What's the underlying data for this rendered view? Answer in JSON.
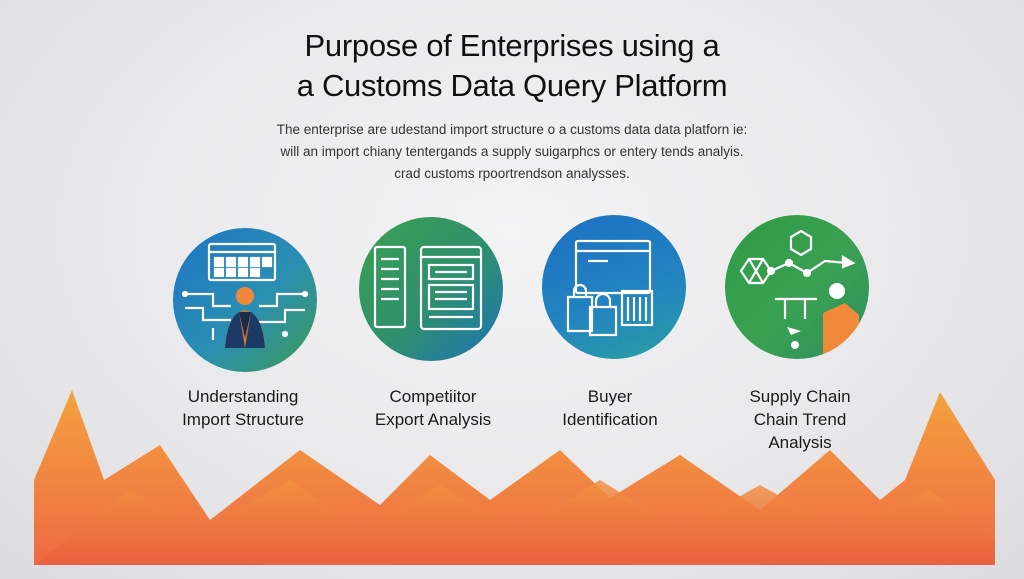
{
  "header": {
    "title_line1": "Purpose of Enterprises using a",
    "title_line2": "a Customs Data Query Platform"
  },
  "description": {
    "line1": "The enterprise are udestand import structure o a customs data data platforn ie:",
    "line2": "will an import chiany tentergands a supply suigarphcs or entery tends analyis.",
    "line3": "crad customs rpoortrendson analysses."
  },
  "cards": [
    {
      "icon": "building-network-person-icon",
      "label_lines": [
        "Understanding",
        "Import Structure"
      ]
    },
    {
      "icon": "documents-analysis-icon",
      "label_lines": [
        "Competiitor",
        "Export Analysis"
      ]
    },
    {
      "icon": "shopping-buyer-icon",
      "label_lines": [
        "Buyer",
        "Identification"
      ]
    },
    {
      "icon": "supply-chain-trend-icon",
      "label_lines": [
        "Supply Chain",
        "Chain Trend",
        "Analysis"
      ]
    }
  ],
  "colors": {
    "blue": "#1d74c4",
    "green": "#3ca050",
    "orange": "#f08a3a",
    "coral": "#ee6a45"
  }
}
